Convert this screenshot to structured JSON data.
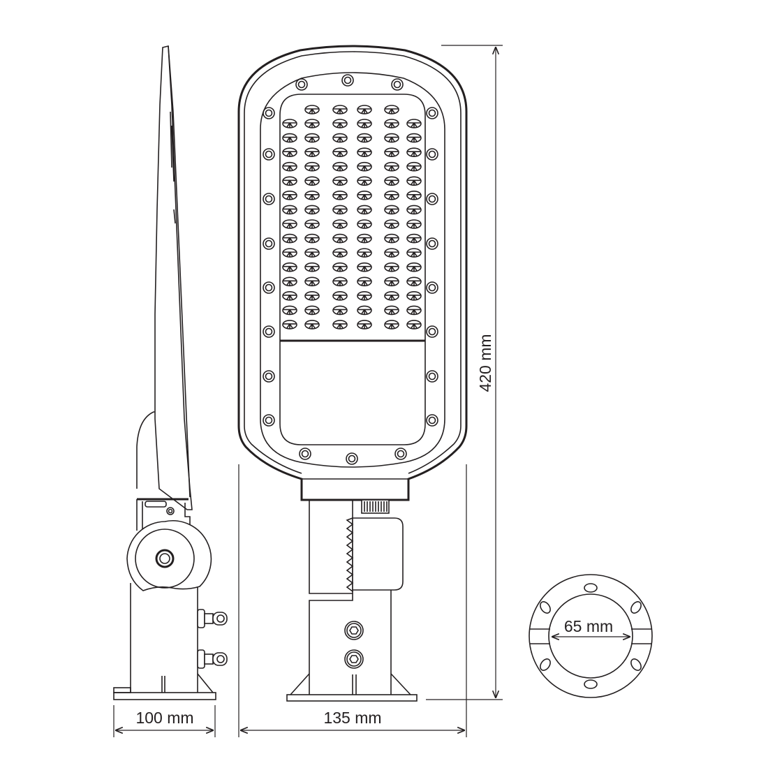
{
  "title": "Street light dimensional drawing",
  "dimensions": {
    "side_width": "100 mm",
    "front_width": "135 mm",
    "height": "420 mm",
    "flange_diameter": "65 mm"
  },
  "led_array": {
    "columns": 6,
    "full_rows": 15,
    "top_row_count": 4
  },
  "colors": {
    "line": "#231f20",
    "background": "#ffffff"
  }
}
